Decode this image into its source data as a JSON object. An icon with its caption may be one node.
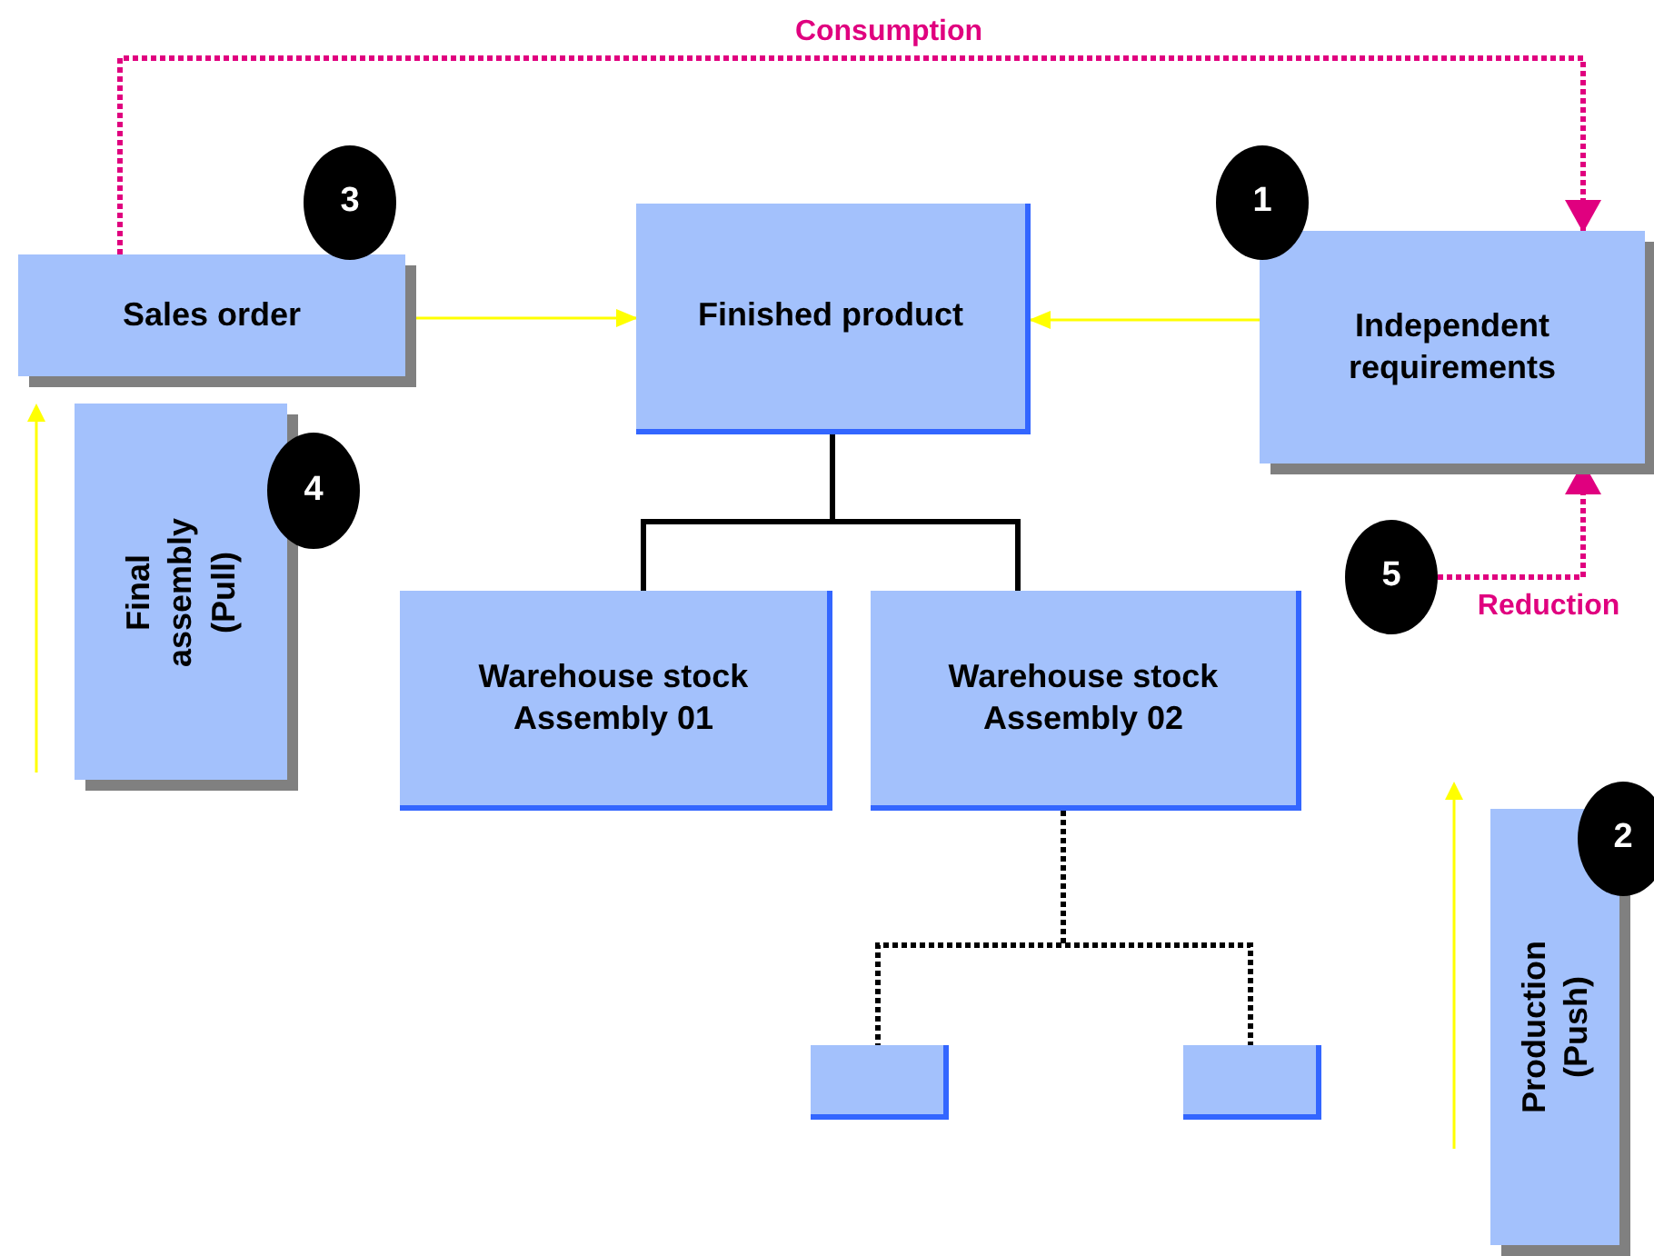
{
  "diagram": {
    "nodes": [
      {
        "text": [
          "Sales order"
        ]
      },
      {
        "text": [
          "Finished product"
        ]
      },
      {
        "text": [
          "Independent requirements"
        ]
      },
      {
        "text": [
          "Final assembly (Pull)"
        ]
      },
      {
        "text": [
          "Warehouse stock Assembly 01"
        ]
      },
      {
        "text": [
          "Warehouse stock Assembly 02"
        ]
      },
      {
        "text": [],
        "shape": "box"
      },
      {
        "text": [],
        "shape": "box"
      },
      {
        "text": [
          "Production (Push)"
        ]
      },
      {
        "text": [
          "3"
        ]
      },
      {
        "text": [
          "1"
        ]
      },
      {
        "text": [
          "4"
        ]
      },
      {
        "text": [
          "5"
        ]
      },
      {
        "text": [
          "2"
        ]
      }
    ],
    "edges": [
      {
        "from": 0,
        "to": 2,
        "arrow": "to",
        "label": "Consumption",
        "style": "dashed",
        "color": "#e0007f"
      },
      {
        "from": 12,
        "to": 2,
        "arrow": "to",
        "label": "Reduction",
        "style": "dashed",
        "color": "#e0007f"
      },
      {
        "from": 0,
        "to": 1,
        "arrow": "to",
        "color": "#ffff00"
      },
      {
        "from": 2,
        "to": 1,
        "arrow": "to",
        "color": "#ffff00"
      },
      {
        "from": 1,
        "to": 4,
        "arrow": "none"
      },
      {
        "from": 1,
        "to": 5,
        "arrow": "none"
      },
      {
        "from": 5,
        "to": 6,
        "arrow": "none",
        "style": "dashed"
      },
      {
        "from": 5,
        "to": 7,
        "arrow": "none",
        "style": "dashed"
      }
    ]
  }
}
